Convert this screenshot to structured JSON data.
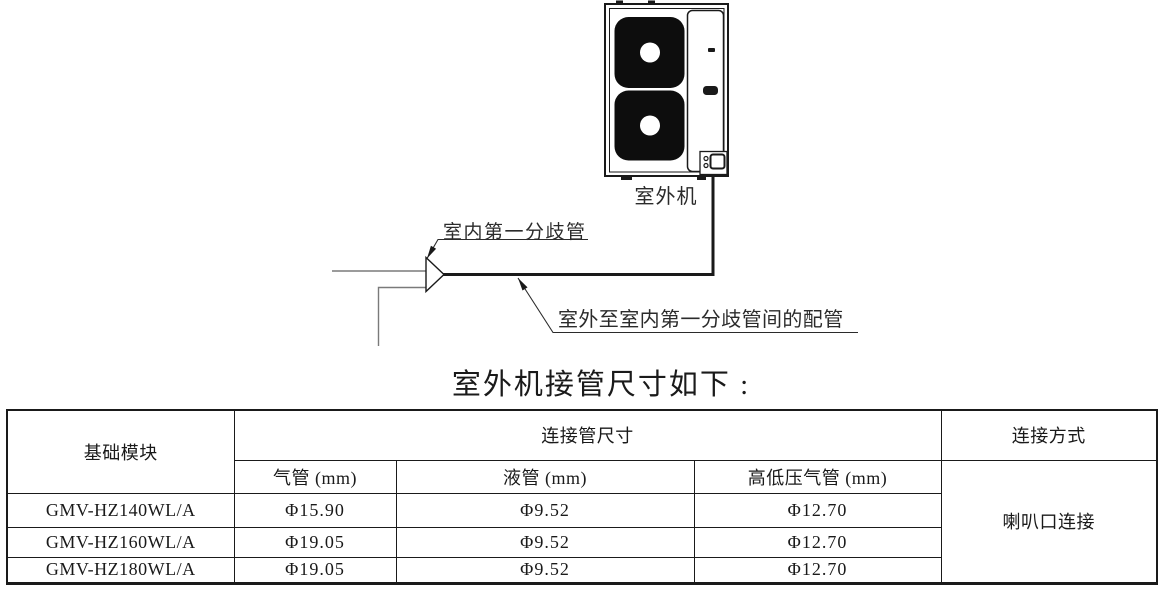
{
  "diagram": {
    "unit_label": "室外机",
    "label_indoor_branch": "室内第一分歧管",
    "label_outdoor_pipe": "室外至室内第一分歧管间的配管"
  },
  "title": "室外机接管尺寸如下 :",
  "table": {
    "header": {
      "module": "基础模块",
      "pipe_size_group": "连接管尺寸",
      "gas_pipe": "气管 (mm)",
      "liquid_pipe": "液管 (mm)",
      "hp_lp_gas_pipe": "高低压气管 (mm)",
      "connection_method": "连接方式"
    },
    "rows": [
      {
        "model": "GMV-HZ140WL/A",
        "gas": "Φ15.90",
        "liquid": "Φ9.52",
        "hp_lp": "Φ12.70"
      },
      {
        "model": "GMV-HZ160WL/A",
        "gas": "Φ19.05",
        "liquid": "Φ9.52",
        "hp_lp": "Φ12.70"
      },
      {
        "model": "GMV-HZ180WL/A",
        "gas": "Φ19.05",
        "liquid": "Φ9.52",
        "hp_lp": "Φ12.70"
      }
    ],
    "connection_value": "喇叭口连接"
  },
  "colors": {
    "line": "#1a1a1a",
    "thin_line": "#7a7a7a"
  }
}
